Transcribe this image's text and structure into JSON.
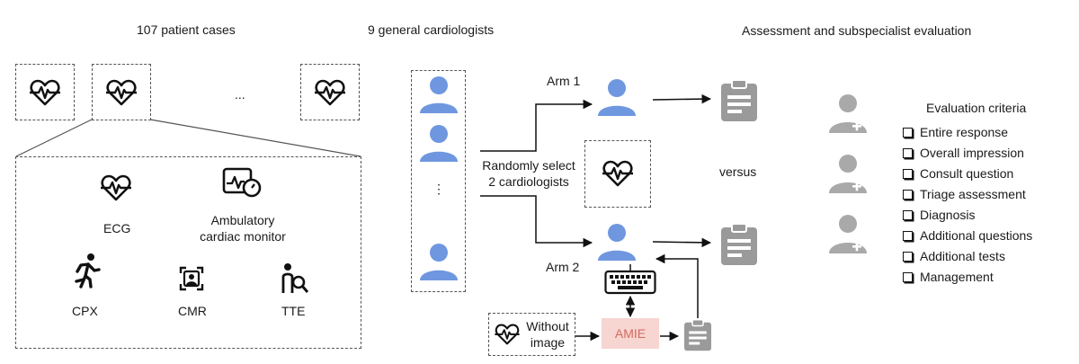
{
  "headers": {
    "patient_cases": "107 patient cases",
    "cardiologists": "9 general cardiologists",
    "assessment": "Assessment and subspecialist evaluation"
  },
  "ellipsis": "...",
  "vertical_ellipsis": "⋮",
  "modalities": {
    "ecg": "ECG",
    "ambulatory_line1": "Ambulatory",
    "ambulatory_line2": "cardiac monitor",
    "cpx": "CPX",
    "cmr": "CMR",
    "tte": "TTE"
  },
  "randomly_select": {
    "line1": "Randomly select",
    "line2": "2 cardiologists"
  },
  "arm1": "Arm 1",
  "arm2": "Arm 2",
  "versus": "versus",
  "without_image": {
    "line1": "Without",
    "line2": "image"
  },
  "amie": "AMIE",
  "evaluation": {
    "title": "Evaluation criteria",
    "criteria": [
      "Entire response",
      "Overall impression",
      "Consult question",
      "Triage assessment",
      "Diagnosis",
      "Additional questions",
      "Additional tests",
      "Management"
    ]
  },
  "colors": {
    "person_blue": "#6f97e0",
    "evaluator_gray": "#a9a9a9",
    "report_gray": "#9a9a9a",
    "amie_fill": "#f7d5d1",
    "amie_text": "#d26a5f"
  },
  "icons": [
    "heart-ecg-icon",
    "ambulatory-monitor-icon",
    "running-person-icon",
    "cmr-scan-icon",
    "tte-icon",
    "person-icon",
    "clipboard-icon",
    "keyboard-icon",
    "evaluator-icon"
  ]
}
